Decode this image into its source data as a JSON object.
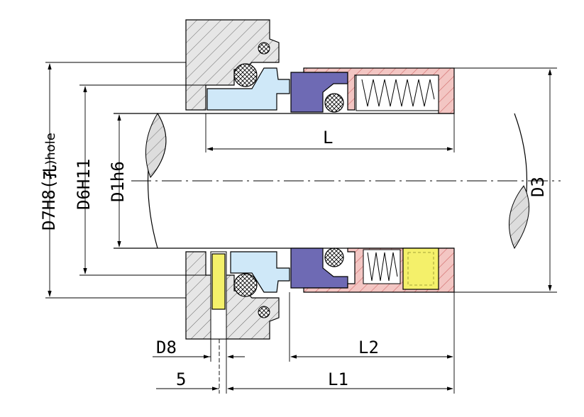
{
  "labels": {
    "d7_prefix": "D7H8(",
    "d7_hole_glyph": "孔",
    "d7_suffix": ")hole",
    "d6": "D6H11",
    "d1": "D1h6",
    "d3": "D3",
    "l": "L",
    "l1": "L1",
    "l2": "L2",
    "d8": "D8",
    "five": "5"
  },
  "colors": {
    "line": "#000000",
    "seat_blue": "#cfe8f8",
    "face_purple": "#6e6ab4",
    "spring_housing_pink": "#f3c6c3",
    "hatch_pink": "#d06a6a",
    "pin_yellow": "#f4f06a",
    "gland_grey": "#e6e6e6",
    "shaft_section_grey": "#dddddd"
  }
}
